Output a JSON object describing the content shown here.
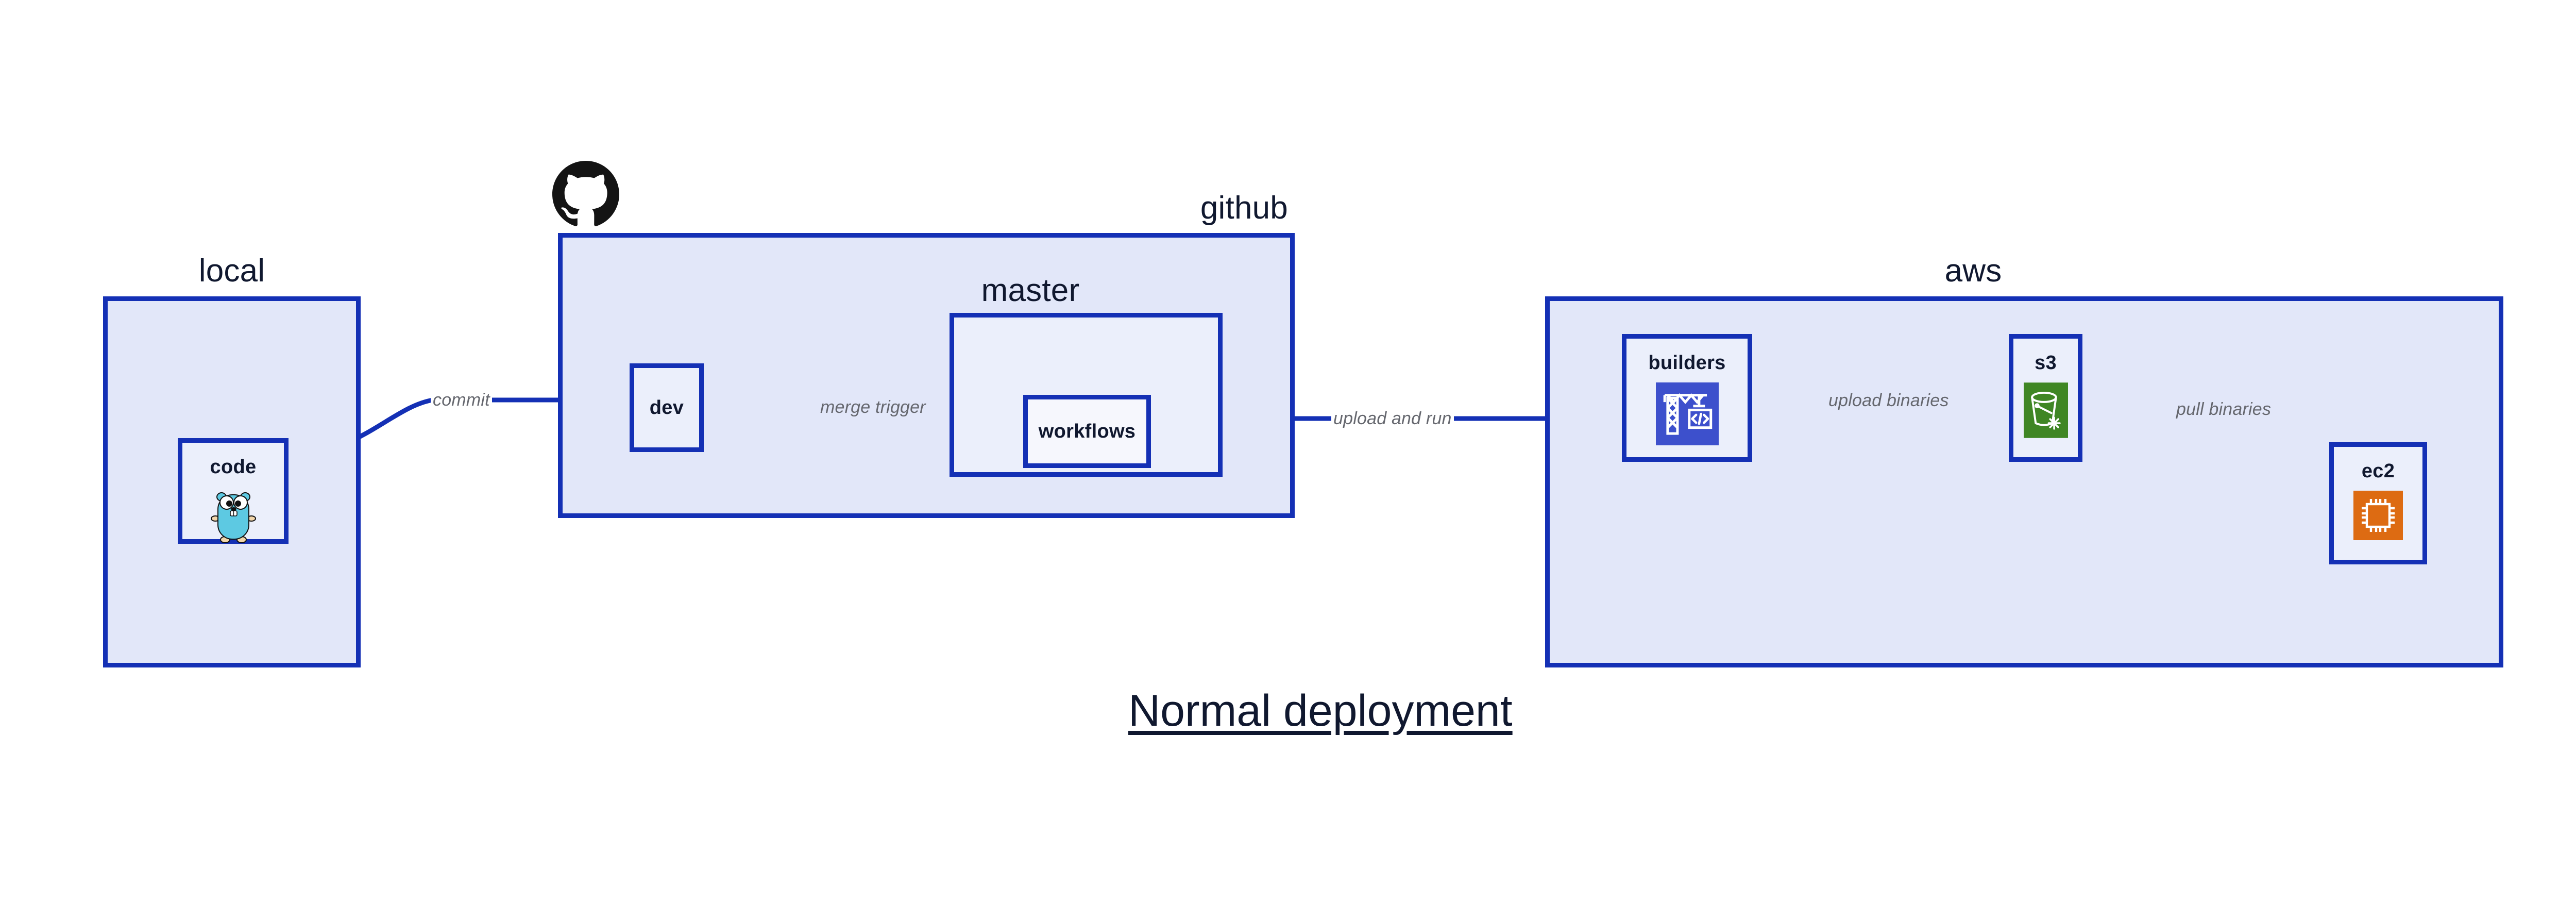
{
  "title": "Normal deployment",
  "colors": {
    "container_fill": "#e2e7f9",
    "container_border": "#1430b5",
    "node_fill": "#ebeffb",
    "node_fill_white": "#f6f7fd",
    "edge_stroke": "#1430b5",
    "edge_label_text": "#65676e",
    "title_text": "#10182f",
    "aws_builders_icon_bg": "#3d50cc",
    "aws_s3_icon_bg": "#3f8624",
    "aws_ec2_icon_bg": "#dd6b12",
    "github_logo": "#141414",
    "gopher_body": "#5dc9e2"
  },
  "containers": [
    {
      "id": "local",
      "label": "local"
    },
    {
      "id": "github",
      "label": "github"
    },
    {
      "id": "master",
      "label": "master"
    },
    {
      "id": "aws",
      "label": "aws"
    }
  ],
  "nodes": [
    {
      "id": "code",
      "label": "code",
      "icon": "go-gopher-icon"
    },
    {
      "id": "dev",
      "label": "dev",
      "icon": null
    },
    {
      "id": "workflows",
      "label": "workflows",
      "icon": null
    },
    {
      "id": "builders",
      "label": "builders",
      "icon": "aws-codebuild-icon"
    },
    {
      "id": "s3",
      "label": "s3",
      "icon": "aws-s3-bucket-icon"
    },
    {
      "id": "ec2",
      "label": "ec2",
      "icon": "aws-ec2-chip-icon"
    }
  ],
  "edges": [
    {
      "id": "commit",
      "label": "commit",
      "from": "code",
      "to": "dev"
    },
    {
      "id": "merge-trigger",
      "label": "merge trigger",
      "from": "dev",
      "to": "workflows"
    },
    {
      "id": "upload-and-run",
      "label": "upload and run",
      "from": "workflows",
      "to": "builders"
    },
    {
      "id": "upload-binaries",
      "label": "upload binaries",
      "from": "builders",
      "to": "s3"
    },
    {
      "id": "pull-binaries",
      "label": "pull binaries",
      "from": "s3",
      "to": "ec2"
    }
  ],
  "logos": [
    {
      "id": "github-mark",
      "name": "github-octocat-logo"
    }
  ]
}
